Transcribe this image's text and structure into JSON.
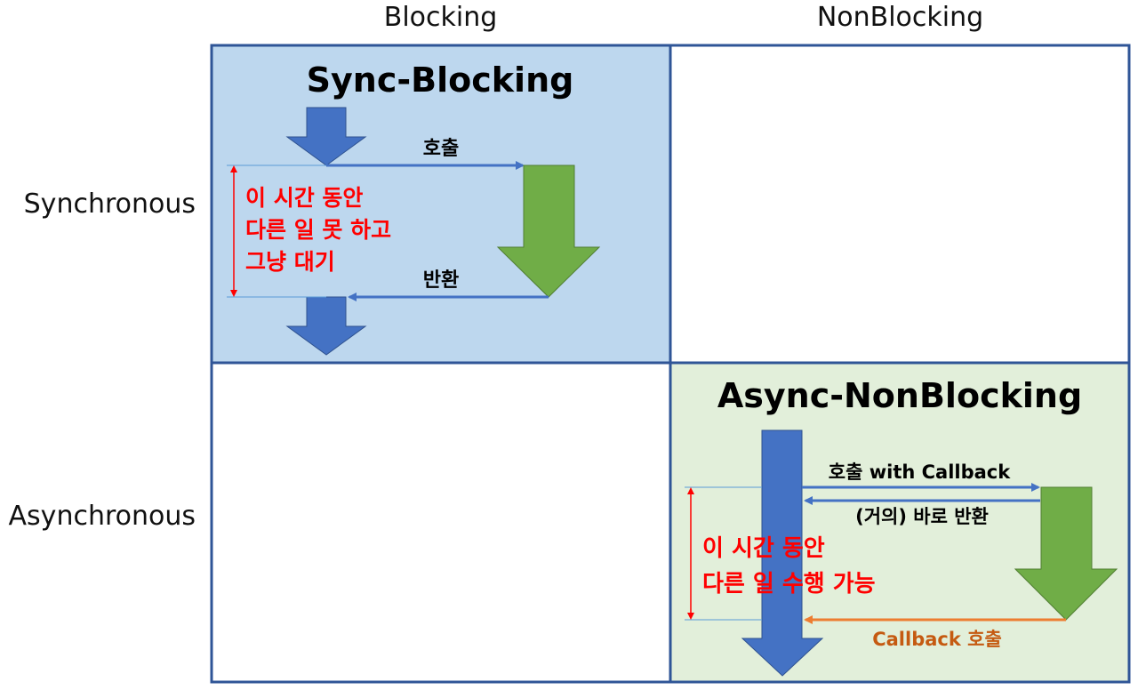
{
  "headers": {
    "col_blocking": "Blocking",
    "col_nonblocking": "NonBlocking",
    "row_sync": "Synchronous",
    "row_async": "Asynchronous"
  },
  "sync_blocking": {
    "title": "Sync-Blocking",
    "call_label": "호출",
    "return_label": "반환",
    "wait_line1": "이 시간 동안",
    "wait_line2": "다른 일 못 하고",
    "wait_line3": "그냥 대기"
  },
  "async_nonblocking": {
    "title": "Async-NonBlocking",
    "call_label": "호출 with Callback",
    "return_label": "(거의) 바로 반환",
    "callback_label": "Callback 호출",
    "work_line1": "이 시간 동안",
    "work_line2": "다른 일 수행 가능"
  },
  "colors": {
    "grid_border": "#2f5597",
    "sync_bg": "#bdd7ee",
    "async_bg": "#e2efda",
    "caller_arrow": "#4472c4",
    "callee_arrow": "#70ad47",
    "callback_arrow": "#ed7d31",
    "callback_text": "#c55a11",
    "annotation_red": "#ff0000"
  }
}
